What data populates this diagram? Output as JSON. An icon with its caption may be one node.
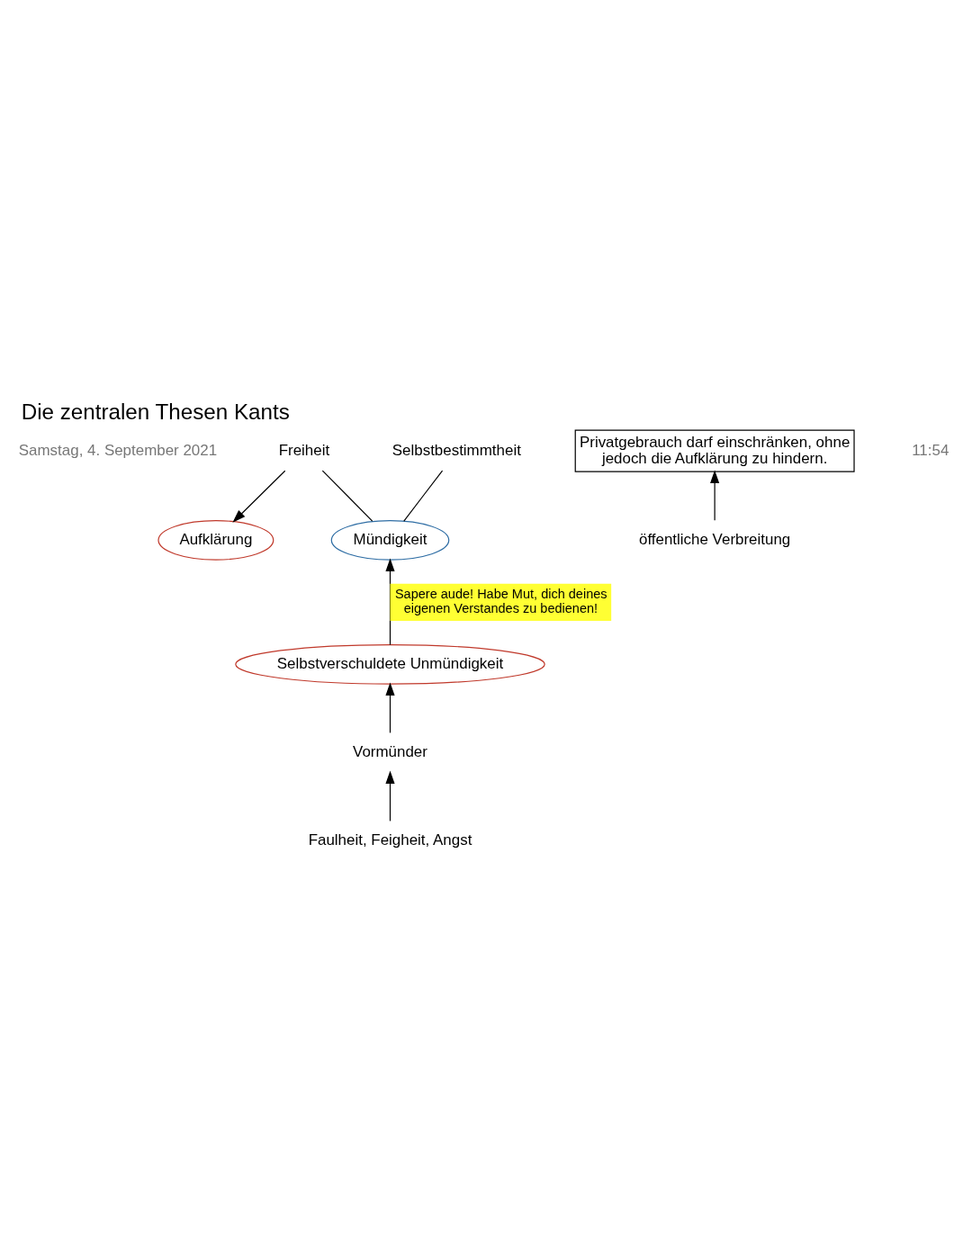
{
  "diagram": {
    "title": "Die zentralen Thesen Kants",
    "nodes": [
      {
        "text": [
          "Aufklärung"
        ]
      },
      {
        "text": [
          "öffentliche Verbreitung"
        ]
      },
      {
        "text": [
          "Selbstbestimmtheit"
        ]
      },
      {
        "text": [
          "Freiheit"
        ]
      },
      {
        "text": [
          "Privatgebrauch darf einschränken, ohne jedoch die Aufklärung zu hindern."
        ]
      },
      {
        "text": [
          "Mündigkeit"
        ]
      },
      {
        "text": [
          "Selbstverschuldete Unmündigkeit"
        ]
      },
      {
        "text": [
          "Vormünder"
        ]
      },
      {
        "text": [
          "Faulheit, Feigheit, Angst"
        ]
      }
    ],
    "edges": [
      {
        "from": 3,
        "to": 0,
        "arrow": "to"
      },
      {
        "from": 1,
        "to": 4,
        "arrow": "to"
      },
      {
        "from": 5,
        "to": 2,
        "arrow": "none"
      },
      {
        "from": 5,
        "to": 3,
        "arrow": "none"
      },
      {
        "from": 6,
        "to": 5,
        "arrow": "to",
        "label": "Sapere aude! Habe Mut, dich deines eigenen Verstandes zu bedienen!"
      },
      {
        "from": 7,
        "to": 6,
        "arrow": "to"
      },
      {
        "from": 8,
        "to": 7,
        "arrow": "to"
      }
    ],
    "labels": [
      "Samstag, 4. September 2021",
      "11:54"
    ]
  }
}
